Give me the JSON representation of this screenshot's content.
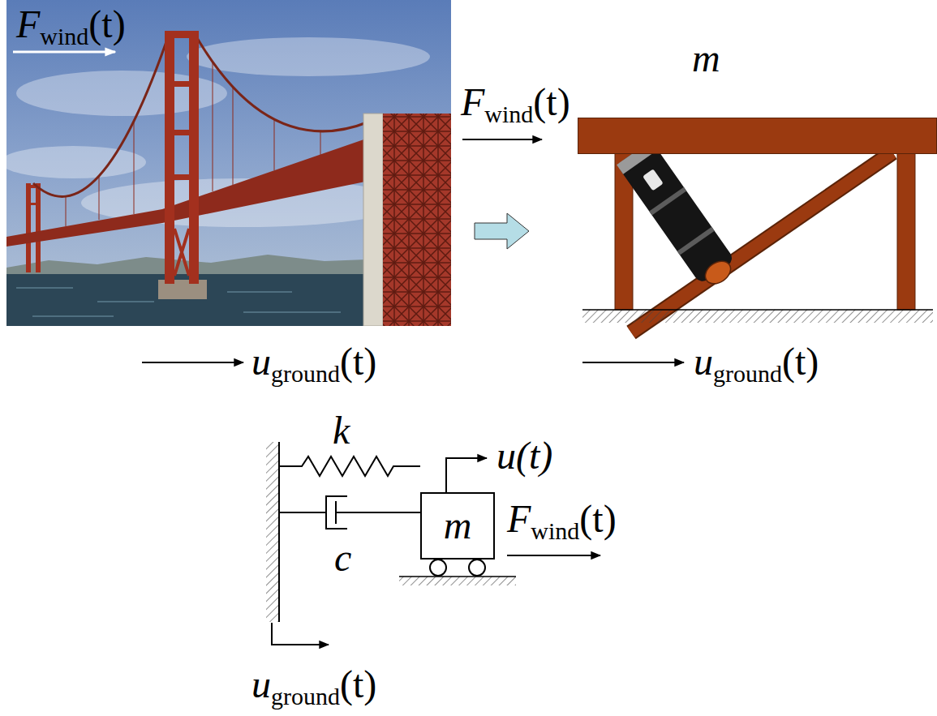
{
  "diagram": {
    "nodes": [
      {
        "text": [
          "m"
        ]
      },
      {
        "text": [
          "m"
        ]
      }
    ],
    "labels": [
      "F",
      "wind",
      "(t)",
      "F",
      "wind",
      "(t)",
      "F",
      "wind",
      "(t)",
      "u",
      "ground",
      "(t)",
      "u",
      "ground",
      "(t)",
      "u",
      "ground",
      "(t)",
      "u(t)",
      "k",
      "c"
    ]
  }
}
